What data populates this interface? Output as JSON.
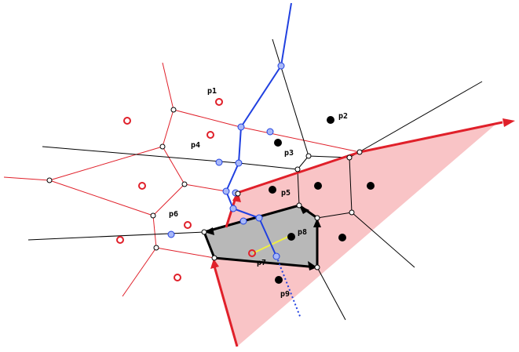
{
  "figure": {
    "colors": {
      "background": "#ffffff",
      "red_edges": "#e0202a",
      "red_region_fill": "#f9c4c6",
      "black_edges": "#000000",
      "blue_path": "#2040e0",
      "blue_vertex_fill": "#a8b8f8",
      "gray_cell_fill": "#b8b8b8",
      "yellow_segment": "#f0f040",
      "site_red": "#e0202a",
      "site_black": "#000000"
    },
    "labels": {
      "p1": "p1",
      "p2": "p2",
      "p3": "p3",
      "p4": "p4",
      "p5": "p5",
      "p6": "p6",
      "p7": "p7",
      "p8": "p8",
      "p9": "p9"
    }
  }
}
